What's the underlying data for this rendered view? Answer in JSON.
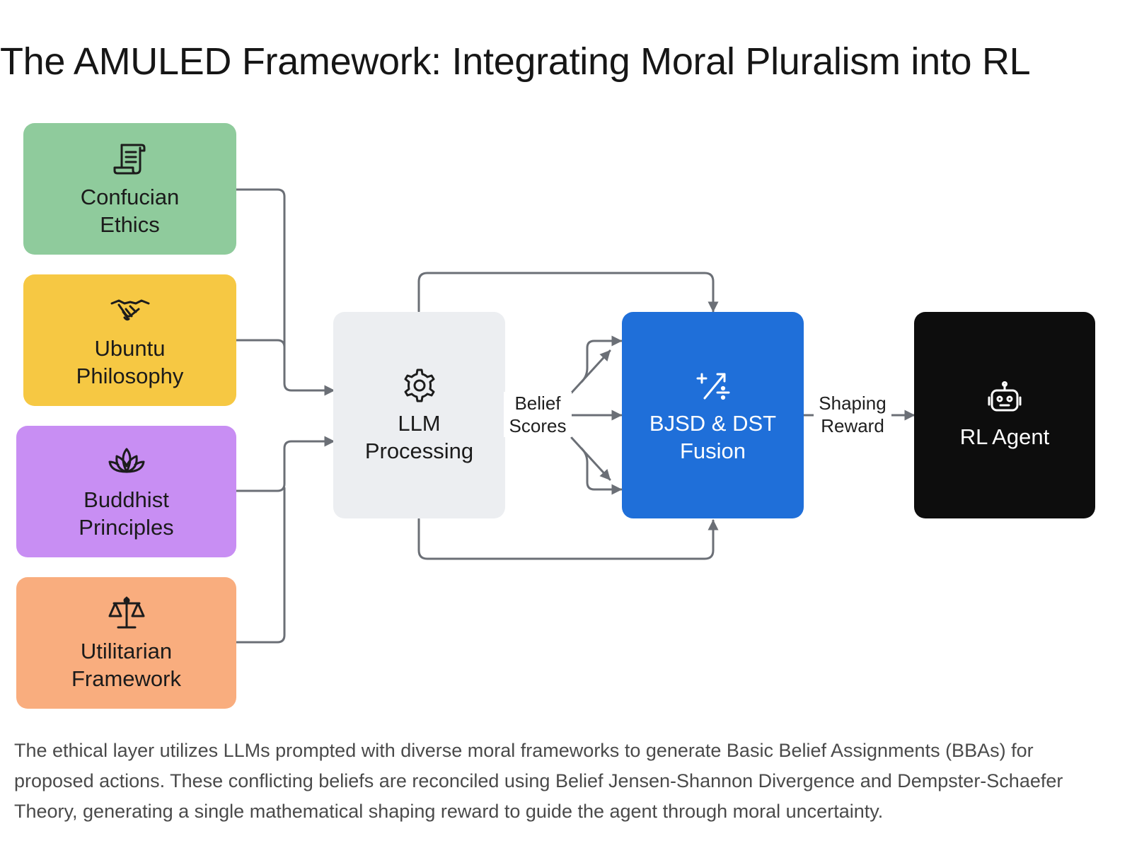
{
  "title": "The AMULED Framework: Integrating Moral Pluralism into RL",
  "frameworks": [
    {
      "label": "Confucian\nEthics",
      "color": "#8fcb9c",
      "icon": "scroll-icon"
    },
    {
      "label": "Ubuntu\nPhilosophy",
      "color": "#f6c843",
      "icon": "handshake-icon"
    },
    {
      "label": "Buddhist\nPrinciples",
      "color": "#c88ef3",
      "icon": "lotus-icon"
    },
    {
      "label": "Utilitarian\nFramework",
      "color": "#f9ad7e",
      "icon": "scales-icon"
    }
  ],
  "llm": {
    "label": "LLM\nProcessing",
    "color": "#eceef1",
    "icon": "gear-icon"
  },
  "fusion": {
    "label": "BJSD & DST\nFusion",
    "color": "#1f6fd9",
    "icon": "math-operators-icon"
  },
  "agent": {
    "label": "RL Agent",
    "color": "#0d0d0d",
    "icon": "robot-icon"
  },
  "edges": {
    "belief_scores": "Belief\nScores",
    "shaping_reward": "Shaping\nReward"
  },
  "colors": {
    "arrow": "#6b6f76"
  },
  "caption": "The ethical layer utilizes LLMs prompted with diverse moral frameworks to generate Basic Belief Assignments (BBAs) for proposed actions. These conflicting beliefs are reconciled using Belief Jensen-Shannon Divergence and Dempster-Schaefer Theory, generating a single mathematical shaping reward to guide the agent through moral uncertainty."
}
